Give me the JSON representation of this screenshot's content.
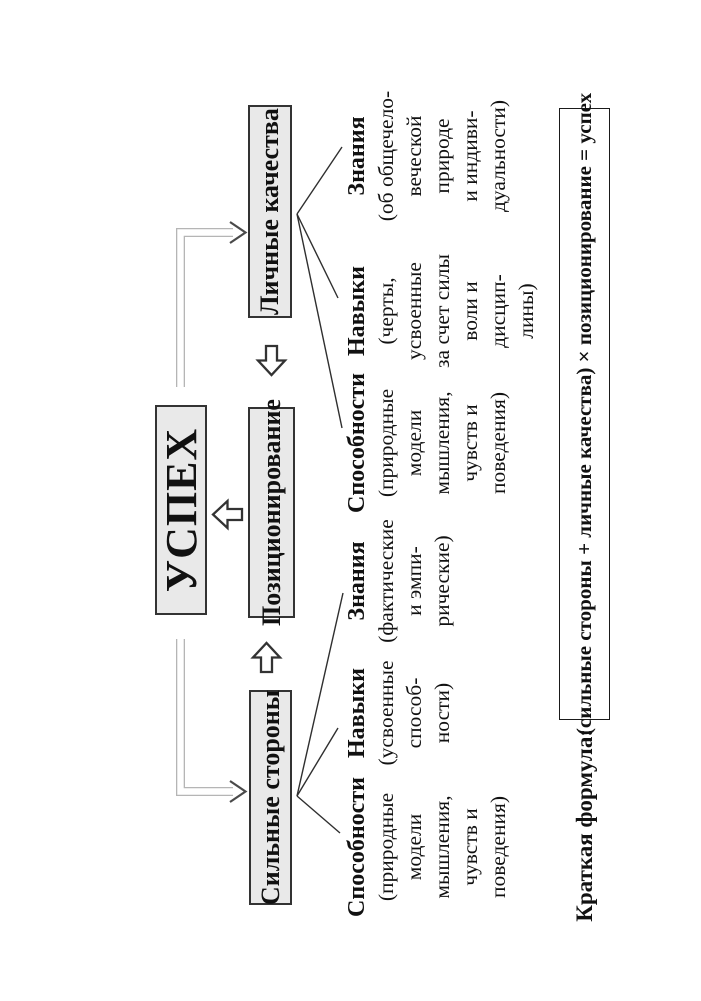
{
  "success_box": {
    "label": "УСПЕХ"
  },
  "positioning_box": {
    "label": "Позиционирование"
  },
  "branches": [
    {
      "box_label": "Сильные стороны",
      "items": [
        {
          "header": "Способности",
          "desc_lines": [
            "(природные",
            "модели",
            "мышления,",
            "чувств и",
            "поведения)"
          ]
        },
        {
          "header": "Навыки",
          "desc_lines": [
            "(усвоенные",
            "способ-",
            "ности)"
          ]
        },
        {
          "header": "Знания",
          "desc_lines": [
            "(фактические",
            "и эмпи-",
            "рические)"
          ]
        }
      ]
    },
    {
      "box_label": "Личные качества",
      "items": [
        {
          "header": "Способности",
          "desc_lines": [
            "(природные",
            "модели",
            "мышления,",
            "чувств и",
            "поведения)"
          ]
        },
        {
          "header": "Навыки",
          "desc_lines": [
            "(черты,",
            "усвоенные",
            "за счет силы",
            "воли и",
            "дисцип-",
            "лины)"
          ]
        },
        {
          "header": "Знания",
          "desc_lines": [
            "(об общечело-",
            "веческой",
            "природе",
            "и индиви-",
            "дуальности)"
          ]
        }
      ]
    }
  ],
  "formula": {
    "label": "Краткая формула:",
    "text": "(сильные стороны + личные качества) × позиционирование = успех"
  },
  "colors": {
    "box_fill": "#e9e9e9",
    "box_border": "#333333",
    "fan_line": "#2f2f2f",
    "elbow_outline": "#b5b5b5",
    "elbow_chevron": "#4a4a4a",
    "block_arrow_stroke": "#333333"
  }
}
